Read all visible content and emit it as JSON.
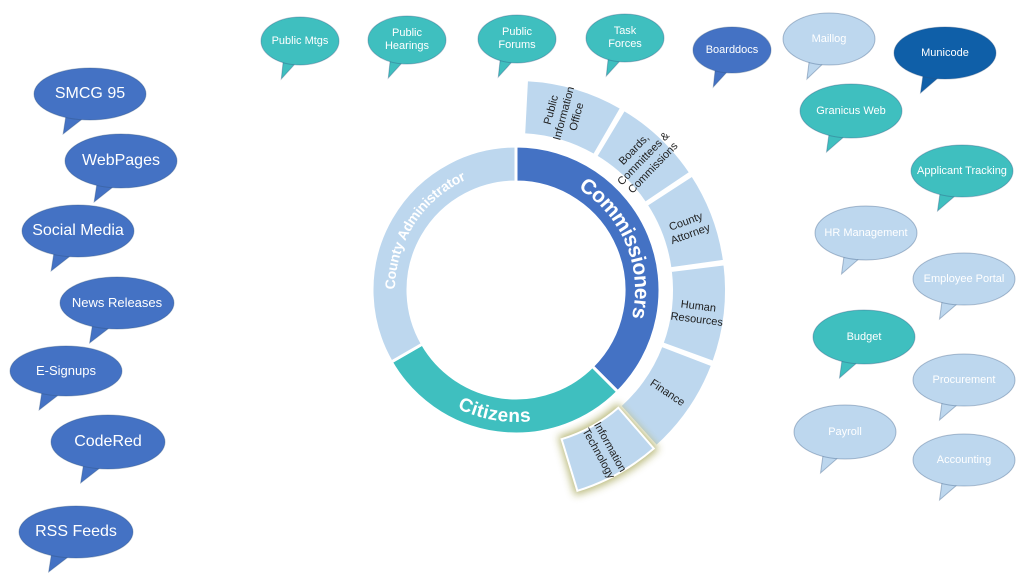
{
  "colors": {
    "blue": "#4472c4",
    "teal": "#3fbfbf",
    "pale": "#bdd7ee",
    "dark": "#0f5fa8",
    "white": "#ffffff",
    "grayText": "#1f1f1f",
    "highlight": "#b9b97a"
  },
  "inner_ring": {
    "segments": [
      {
        "id": "commissioners",
        "label": "Commissioners",
        "color": "#4472c4",
        "textColor": "#ffffff"
      },
      {
        "id": "citizens",
        "label": "Citizens",
        "color": "#3fbfbf",
        "textColor": "#ffffff"
      },
      {
        "id": "county-administrator",
        "label": "County Administrator",
        "color": "#bdd7ee",
        "textColor": "#ffffff"
      }
    ]
  },
  "outer_ring": {
    "segments": [
      {
        "id": "public-information-office",
        "label": "Public\nInformation\nOffice"
      },
      {
        "id": "boards-committees-commissions",
        "label": "Boards,\nCommittees &\nCommissions"
      },
      {
        "id": "county-attorney",
        "label": "County\nAttorney"
      },
      {
        "id": "human-resources",
        "label": "Human\nResources"
      },
      {
        "id": "finance",
        "label": "Finance"
      },
      {
        "id": "information-technology",
        "label": "Information\nTechnology",
        "highlighted": true
      }
    ]
  },
  "bubbles": [
    {
      "id": "smcg-95",
      "label": "SMCG 95",
      "style": "blue"
    },
    {
      "id": "webpages",
      "label": "WebPages",
      "style": "blue"
    },
    {
      "id": "social-media",
      "label": "Social Media",
      "style": "blue"
    },
    {
      "id": "news-releases",
      "label": "News Releases",
      "style": "blue"
    },
    {
      "id": "e-signups",
      "label": "E-Signups",
      "style": "blue"
    },
    {
      "id": "codered",
      "label": "CodeRed",
      "style": "blue"
    },
    {
      "id": "rss-feeds",
      "label": "RSS Feeds",
      "style": "blue"
    },
    {
      "id": "public-mtgs",
      "label": "Public Mtgs",
      "style": "teal"
    },
    {
      "id": "public-hearings",
      "label": "Public\nHearings",
      "style": "teal"
    },
    {
      "id": "public-forums",
      "label": "Public\nForums",
      "style": "teal"
    },
    {
      "id": "task-forces",
      "label": "Task\nForces",
      "style": "teal"
    },
    {
      "id": "boarddocs",
      "label": "Boarddocs",
      "style": "blue"
    },
    {
      "id": "maillog",
      "label": "Maillog",
      "style": "pale"
    },
    {
      "id": "municode",
      "label": "Municode",
      "style": "dark"
    },
    {
      "id": "granicus-web",
      "label": "Granicus Web",
      "style": "teal"
    },
    {
      "id": "applicant-tracking",
      "label": "Applicant Tracking",
      "style": "teal"
    },
    {
      "id": "hr-management",
      "label": "HR Management",
      "style": "pale"
    },
    {
      "id": "employee-portal",
      "label": "Employee Portal",
      "style": "pale"
    },
    {
      "id": "budget",
      "label": "Budget",
      "style": "teal"
    },
    {
      "id": "procurement",
      "label": "Procurement",
      "style": "pale"
    },
    {
      "id": "payroll",
      "label": "Payroll",
      "style": "pale"
    },
    {
      "id": "accounting",
      "label": "Accounting",
      "style": "pale"
    }
  ]
}
